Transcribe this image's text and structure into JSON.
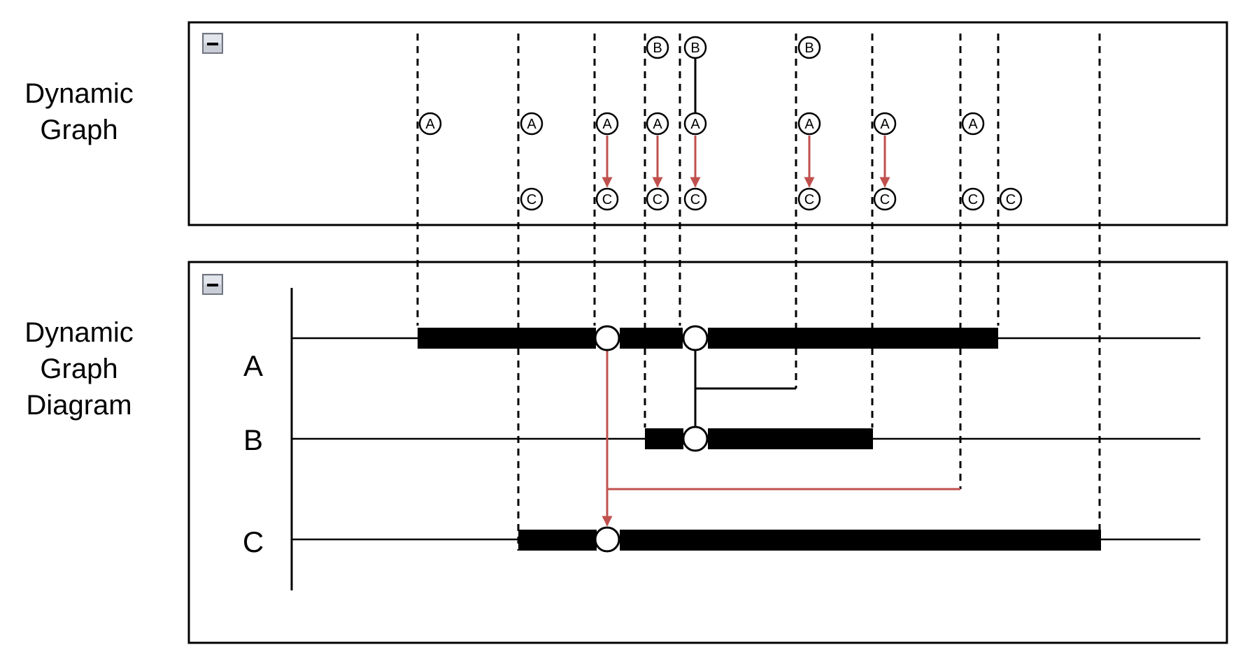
{
  "left_labels": {
    "dynamic_graph": [
      "Dynamic",
      "Graph"
    ],
    "dynamic_graph_diagram": [
      "Dynamic",
      "Graph",
      "Diagram"
    ]
  },
  "collapse_icon_name": "minus-icon",
  "top_panel": {
    "nodes": [
      {
        "label": "A",
        "row": "A",
        "t": 1
      },
      {
        "label": "A",
        "row": "A",
        "t": 2
      },
      {
        "label": "C",
        "row": "C",
        "t": 2
      },
      {
        "label": "A",
        "row": "A",
        "t": 3
      },
      {
        "label": "C",
        "row": "C",
        "t": 3
      },
      {
        "label": "B",
        "row": "B",
        "t": 4
      },
      {
        "label": "A",
        "row": "A",
        "t": 4
      },
      {
        "label": "C",
        "row": "C",
        "t": 4
      },
      {
        "label": "B",
        "row": "B",
        "t": 5
      },
      {
        "label": "A",
        "row": "A",
        "t": 5
      },
      {
        "label": "C",
        "row": "C",
        "t": 5
      },
      {
        "label": "B",
        "row": "B",
        "t": 6
      },
      {
        "label": "A",
        "row": "A",
        "t": 6
      },
      {
        "label": "C",
        "row": "C",
        "t": 6
      },
      {
        "label": "A",
        "row": "A",
        "t": 7
      },
      {
        "label": "C",
        "row": "C",
        "t": 7
      },
      {
        "label": "A",
        "row": "A",
        "t": 8
      },
      {
        "label": "C",
        "row": "C",
        "t": 8
      },
      {
        "label": "C",
        "row": "C",
        "t": 9
      }
    ],
    "directed_edges": [
      {
        "from": "A",
        "to": "C",
        "t": 3
      },
      {
        "from": "A",
        "to": "C",
        "t": 4
      },
      {
        "from": "A",
        "to": "C",
        "t": 5
      },
      {
        "from": "A",
        "to": "C",
        "t": 6
      },
      {
        "from": "A",
        "to": "C",
        "t": 7
      }
    ],
    "undirected_edges": [
      {
        "from": "B",
        "to": "A",
        "t": 5
      }
    ]
  },
  "bottom_panel": {
    "tracks": [
      {
        "name": "A",
        "row": "A"
      },
      {
        "name": "B",
        "row": "B"
      },
      {
        "name": "C",
        "row": "C"
      }
    ]
  },
  "colors": {
    "directed_edge": "#c0504d",
    "line": "#000000",
    "background": "#ffffff"
  }
}
